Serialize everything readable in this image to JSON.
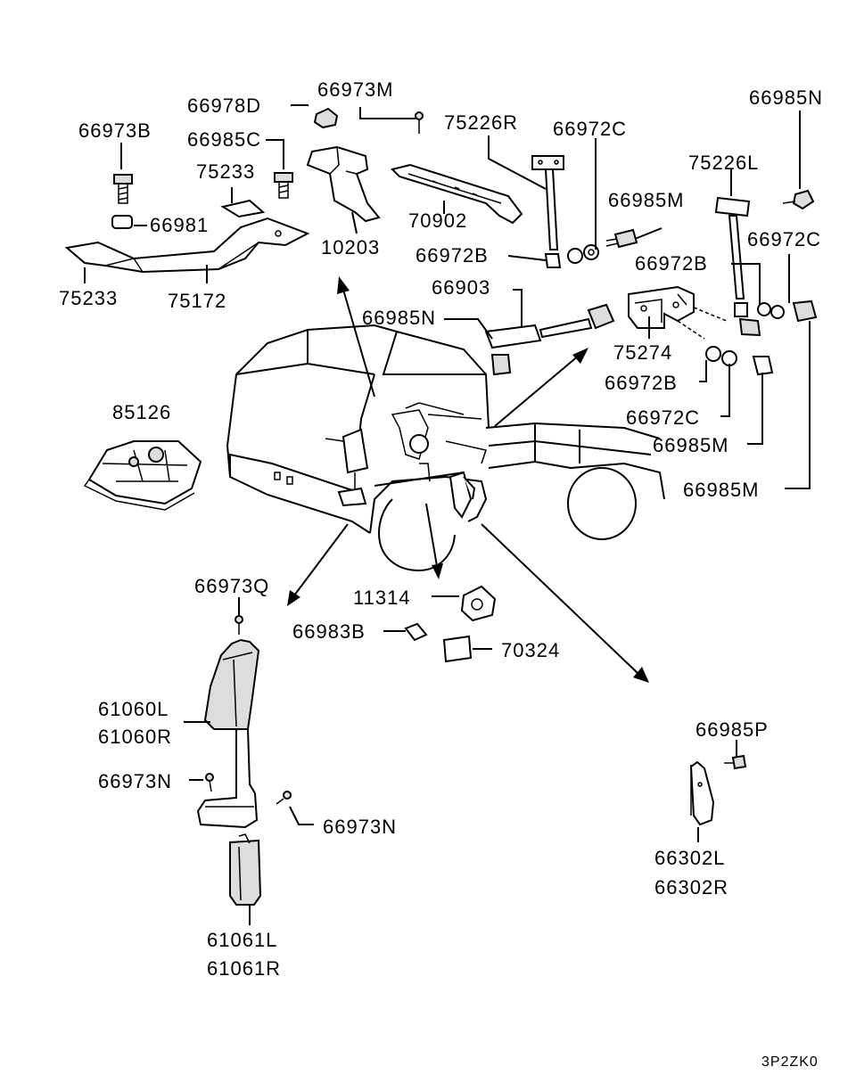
{
  "diagram": {
    "parts": [
      {
        "id": "p66978D",
        "label": "66978D"
      },
      {
        "id": "p66973M",
        "label": "66973M"
      },
      {
        "id": "p66973B",
        "label": "66973B"
      },
      {
        "id": "p66985C",
        "label": "66985C"
      },
      {
        "id": "p75226R",
        "label": "75226R"
      },
      {
        "id": "p66972C_a",
        "label": "66972C"
      },
      {
        "id": "p66985N_a",
        "label": "66985N"
      },
      {
        "id": "p75233_a",
        "label": "75233"
      },
      {
        "id": "p75226L",
        "label": "75226L"
      },
      {
        "id": "p66981",
        "label": "66981"
      },
      {
        "id": "p66985M_a",
        "label": "66985M"
      },
      {
        "id": "p70902",
        "label": "70902"
      },
      {
        "id": "p10203",
        "label": "10203"
      },
      {
        "id": "p66972C_b",
        "label": "66972C"
      },
      {
        "id": "p66972B_a",
        "label": "66972B"
      },
      {
        "id": "p66972B_b",
        "label": "66972B"
      },
      {
        "id": "p75233_b",
        "label": "75233"
      },
      {
        "id": "p75172",
        "label": "75172"
      },
      {
        "id": "p66903",
        "label": "66903"
      },
      {
        "id": "p66985N_b",
        "label": "66985N"
      },
      {
        "id": "p75274",
        "label": "75274"
      },
      {
        "id": "p66972B_c",
        "label": "66972B"
      },
      {
        "id": "p85126",
        "label": "85126"
      },
      {
        "id": "p66972C_c",
        "label": "66972C"
      },
      {
        "id": "p66985M_b",
        "label": "66985M"
      },
      {
        "id": "p66985M_c",
        "label": "66985M"
      },
      {
        "id": "p66973Q",
        "label": "66973Q"
      },
      {
        "id": "p11314",
        "label": "11314"
      },
      {
        "id": "p66983B",
        "label": "66983B"
      },
      {
        "id": "p70324",
        "label": "70324"
      },
      {
        "id": "p61060L",
        "label": "61060L"
      },
      {
        "id": "p61060R",
        "label": "61060R"
      },
      {
        "id": "p66985P",
        "label": "66985P"
      },
      {
        "id": "p66973N_a",
        "label": "66973N"
      },
      {
        "id": "p66973N_b",
        "label": "66973N"
      },
      {
        "id": "p66302L",
        "label": "66302L"
      },
      {
        "id": "p66302R",
        "label": "66302R"
      },
      {
        "id": "p61061L",
        "label": "61061L"
      },
      {
        "id": "p61061R",
        "label": "61061R"
      }
    ],
    "drawing_code": "3P2ZK0"
  }
}
